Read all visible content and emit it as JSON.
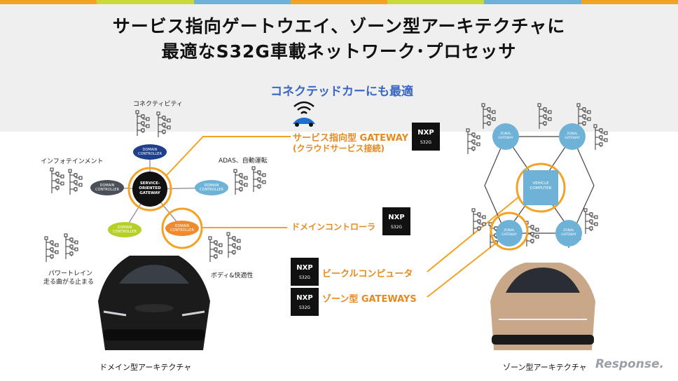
{
  "header": {
    "title_line1": "サービス指向ゲートウエイ、ゾーン型アーキテクチャに",
    "title_line2": "最適なS32G車載ネットワーク･プロセッサ",
    "subtitle": "コネクテッドカーにも最適"
  },
  "domain_arch": {
    "center_node": [
      "SERVICE-",
      "ORIENTED",
      "GATEWAY"
    ],
    "node_lines": [
      "DOMAIN",
      "CONTROLLER"
    ],
    "labels": {
      "connectivity": "コネクティビティ",
      "infotainment": "インフォテインメント",
      "adas": "ADAS、自動運転",
      "powertrain_1": "パワートレイン",
      "powertrain_2": "走る曲がる止まる",
      "body": "ボディ&快適性"
    },
    "caption": "ドメイン型アーキテクチャ"
  },
  "callouts": {
    "gateway_1": "サービス指向型 GATEWAY",
    "gateway_2": "(クラウドサービス接続)",
    "domain_controller": "ドメインコントローラ",
    "vehicle_computer": "ビークルコンピュータ",
    "zonal_gateways": "ゾーン型 GATEWAYS"
  },
  "nxp_badge": {
    "logo": "NXP",
    "chip": "S32G"
  },
  "zonal_arch": {
    "zonal_lines": [
      "ZONAL",
      "GATEWAY"
    ],
    "computer_lines": [
      "VEHICLE",
      "COMPUTER"
    ],
    "caption": "ゾーン型アーキテクチャ"
  },
  "watermark": "Response."
}
